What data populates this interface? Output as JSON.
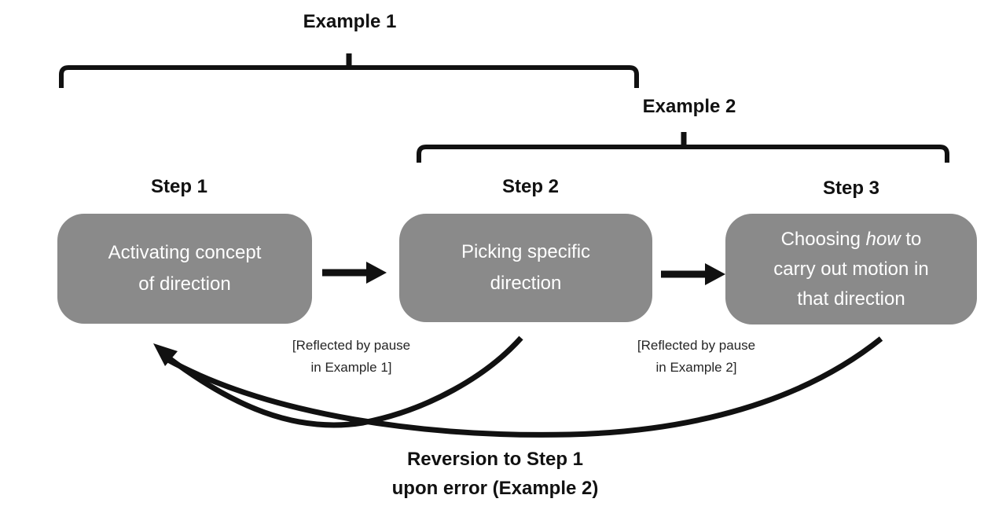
{
  "colors": {
    "box_fill": "#8a8a8a",
    "box_text": "#ffffff",
    "ink": "#111111",
    "caption_text": "#262626"
  },
  "examples": {
    "example1_label": "Example 1",
    "example2_label": "Example 2"
  },
  "steps": {
    "step1": {
      "label": "Step 1",
      "line1": "Activating concept",
      "line2": "of direction"
    },
    "step2": {
      "label": "Step 2",
      "line1": "Picking specific",
      "line2": "direction"
    },
    "step3": {
      "label": "Step 3",
      "line1_pre": "Choosing ",
      "line1_italic": "how",
      "line1_post": " to",
      "line2": "carry out motion in",
      "line3": "that direction"
    }
  },
  "captions": {
    "pause1_line1": "[Reflected by pause",
    "pause1_line2": "in Example 1]",
    "pause2_line1": "[Reflected by pause",
    "pause2_line2": "in Example 2]",
    "reversion_line1": "Reversion to Step 1",
    "reversion_line2": "upon error (Example 2)"
  }
}
